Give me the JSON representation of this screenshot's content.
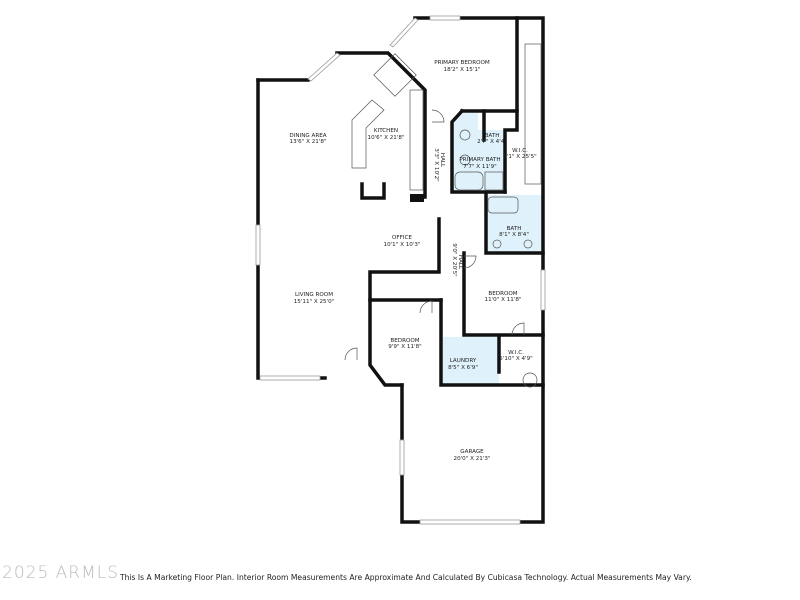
{
  "rooms": {
    "primary_bedroom": {
      "name": "PRIMARY BEDROOM",
      "dims": "18'2\" X 15'1\""
    },
    "dining_area": {
      "name": "DINING AREA",
      "dims": "13'6\" X 21'8\""
    },
    "kitchen": {
      "name": "KITCHEN",
      "dims": "10'6\" X 21'8\""
    },
    "hall_1": {
      "name": "HALL",
      "dims": "3'3\" X 10'2\""
    },
    "bath_small": {
      "name": "BATH",
      "dims": "2'7\" X 4'4\""
    },
    "primary_bath": {
      "name": "PRIMARY BATH",
      "dims": "7'7\" X 11'9\""
    },
    "wic_primary": {
      "name": "W.I.C.",
      "dims": "5'1\" X 25'5\""
    },
    "office": {
      "name": "OFFICE",
      "dims": "10'1\" X 10'3\""
    },
    "hall_2": {
      "name": "HALL",
      "dims": "9'0\" X 20'5\""
    },
    "bath": {
      "name": "BATH",
      "dims": "8'1\" X 8'4\""
    },
    "living_room": {
      "name": "LIVING ROOM",
      "dims": "15'11\" X 25'0\""
    },
    "bedroom_right": {
      "name": "BEDROOM",
      "dims": "11'0\" X 11'8\""
    },
    "bedroom_left": {
      "name": "BEDROOM",
      "dims": "9'9\" X 11'8\""
    },
    "laundry": {
      "name": "LAUNDRY",
      "dims": "8'5\" X 6'9\""
    },
    "wic_small": {
      "name": "W.I.C.",
      "dims": "5'10\" X 4'9\""
    },
    "garage": {
      "name": "GARAGE",
      "dims": "20'0\" X 21'3\""
    }
  },
  "watermark": "2025 ARMLS",
  "disclaimer": "This Is A Marketing Floor Plan. Interior Room Measurements Are Approximate And Calculated By Cubicasa Technology. Actual Measurements May Vary.",
  "colors": {
    "wet_area": "#dff2fb",
    "walls": "#111111"
  }
}
